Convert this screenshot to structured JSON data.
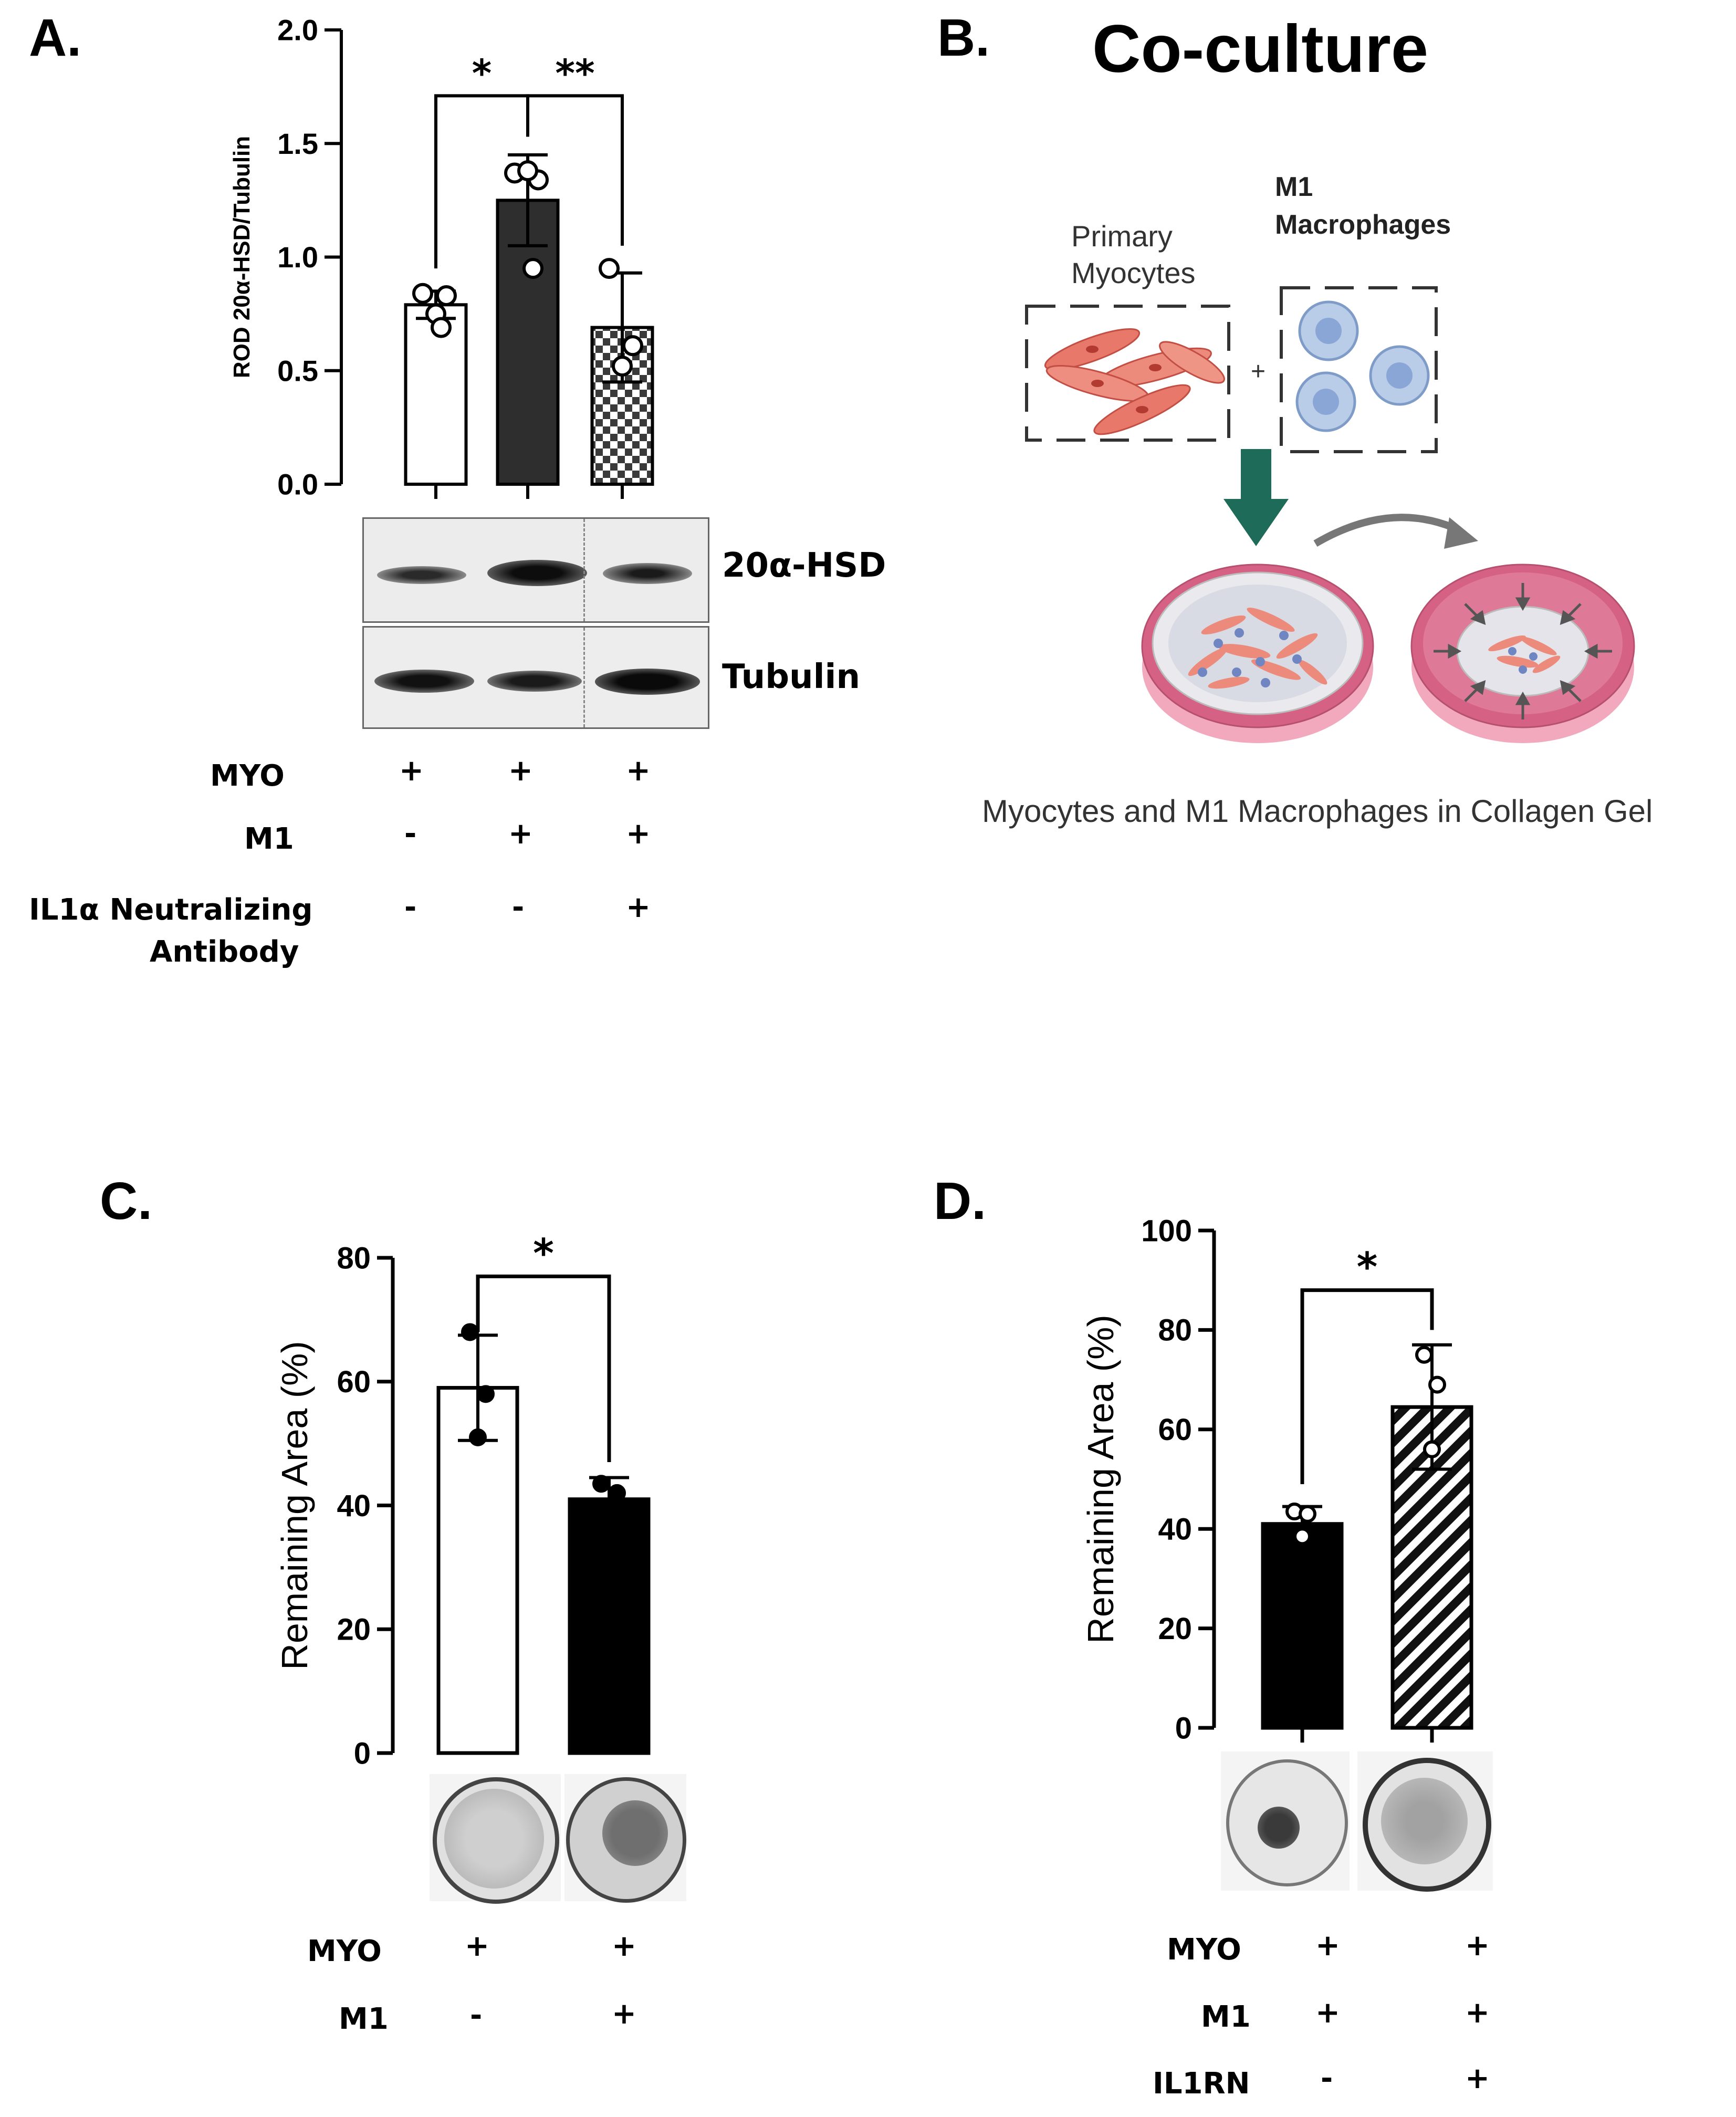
{
  "panels": {
    "A": {
      "label": "A.",
      "ylabel": "ROD 20α-HSD/Tubulin",
      "blot_labels": [
        "20α-HSD",
        "Tubulin"
      ],
      "conditions": [
        {
          "name": "MYO",
          "signs": [
            "+",
            "+",
            "+"
          ]
        },
        {
          "name": "M1",
          "signs": [
            "-",
            "+",
            "+"
          ]
        },
        {
          "name": "IL1α Neutralizing",
          "name2": "Antibody",
          "signs": [
            "-",
            "-",
            "+"
          ]
        }
      ]
    },
    "B": {
      "label": "B.",
      "title": "Co-culture",
      "myocytes_label": [
        "Primary",
        "Myocytes"
      ],
      "macrophages_label": [
        "M1",
        "Macrophages"
      ],
      "plus": "+",
      "caption": "Myocytes and M1 Macrophages in Collagen Gel"
    },
    "C": {
      "label": "C.",
      "ylabel": "Remaining Area (%)",
      "conditions": [
        {
          "name": "MYO",
          "signs": [
            "+",
            "+"
          ]
        },
        {
          "name": "M1",
          "signs": [
            "-",
            "+"
          ]
        }
      ]
    },
    "D": {
      "label": "D.",
      "ylabel": "Remaining Area (%)",
      "conditions": [
        {
          "name": "MYO",
          "signs": [
            "+",
            "+"
          ]
        },
        {
          "name": "M1",
          "signs": [
            "+",
            "+"
          ]
        },
        {
          "name": "IL1RN",
          "signs": [
            "-",
            "+"
          ]
        }
      ]
    }
  },
  "chart_data": [
    {
      "panel": "A",
      "type": "bar",
      "categories": [
        "MYO",
        "MYO + M1",
        "MYO + M1 + IL1α Neutralizing Antibody"
      ],
      "values": [
        0.79,
        1.25,
        0.69
      ],
      "error": [
        0.06,
        0.2,
        0.24
      ],
      "points": [
        [
          0.84,
          0.83,
          0.75,
          0.69
        ],
        [
          1.37,
          1.34,
          1.38,
          0.95
        ],
        [
          0.95,
          0.61,
          0.52
        ]
      ],
      "fills": [
        "white",
        "#2e2e2e",
        "checker"
      ],
      "ylim": [
        0,
        2.0
      ],
      "yticks": [
        "0.0",
        "0.5",
        "1.0",
        "1.5",
        "2.0"
      ],
      "significance": [
        {
          "from": 0,
          "to": 1,
          "label": "*"
        },
        {
          "from": 1,
          "to": 2,
          "label": "**"
        }
      ]
    },
    {
      "panel": "C",
      "type": "bar",
      "categories": [
        "MYO",
        "MYO + M1"
      ],
      "values": [
        59,
        41
      ],
      "error": [
        8.5,
        3.5
      ],
      "points": [
        [
          68,
          58,
          51
        ],
        [
          43.5,
          42
        ]
      ],
      "fills": [
        "white",
        "black"
      ],
      "ylim": [
        0,
        80
      ],
      "yticks": [
        "0",
        "20",
        "40",
        "60",
        "80"
      ],
      "significance": [
        {
          "from": 0,
          "to": 1,
          "label": "*"
        }
      ]
    },
    {
      "panel": "D",
      "type": "bar",
      "categories": [
        "MYO + M1",
        "MYO + M1 + IL1RN"
      ],
      "values": [
        41,
        64.5
      ],
      "error": [
        3.5,
        12.5
      ],
      "points": [
        [
          43.5,
          43,
          38.5
        ],
        [
          75,
          69,
          56
        ]
      ],
      "fills": [
        "black",
        "hatch"
      ],
      "ylim": [
        0,
        100
      ],
      "yticks": [
        "0",
        "20",
        "40",
        "60",
        "80",
        "100"
      ],
      "significance": [
        {
          "from": 0,
          "to": 1,
          "label": "*"
        }
      ]
    }
  ]
}
